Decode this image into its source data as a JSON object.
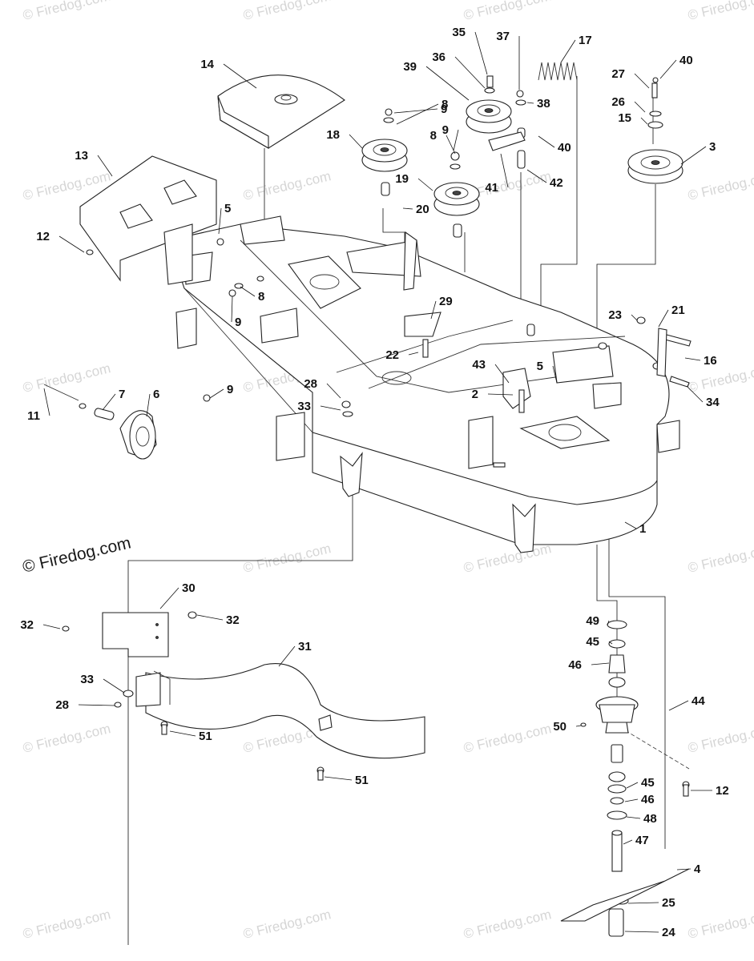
{
  "watermark": {
    "text": "© Firedog.com",
    "prominent_text": "© Firedog.com"
  },
  "callouts": [
    {
      "id": "c1",
      "label": "1"
    },
    {
      "id": "c2",
      "label": "2"
    },
    {
      "id": "c3",
      "label": "3"
    },
    {
      "id": "c4",
      "label": "4"
    },
    {
      "id": "c5a",
      "label": "5"
    },
    {
      "id": "c5b",
      "label": "5"
    },
    {
      "id": "c6",
      "label": "6"
    },
    {
      "id": "c7",
      "label": "7"
    },
    {
      "id": "c8a",
      "label": "8"
    },
    {
      "id": "c8b",
      "label": "8"
    },
    {
      "id": "c8c",
      "label": "8"
    },
    {
      "id": "c9a",
      "label": "9"
    },
    {
      "id": "c9b",
      "label": "9"
    },
    {
      "id": "c9c",
      "label": "9"
    },
    {
      "id": "c9d",
      "label": "9"
    },
    {
      "id": "c11",
      "label": "11"
    },
    {
      "id": "c12a",
      "label": "12"
    },
    {
      "id": "c12b",
      "label": "12"
    },
    {
      "id": "c13",
      "label": "13"
    },
    {
      "id": "c14",
      "label": "14"
    },
    {
      "id": "c15",
      "label": "15"
    },
    {
      "id": "c16",
      "label": "16"
    },
    {
      "id": "c17",
      "label": "17"
    },
    {
      "id": "c18",
      "label": "18"
    },
    {
      "id": "c19",
      "label": "19"
    },
    {
      "id": "c20",
      "label": "20"
    },
    {
      "id": "c21",
      "label": "21"
    },
    {
      "id": "c22",
      "label": "22"
    },
    {
      "id": "c23",
      "label": "23"
    },
    {
      "id": "c24",
      "label": "24"
    },
    {
      "id": "c25",
      "label": "25"
    },
    {
      "id": "c26",
      "label": "26"
    },
    {
      "id": "c27",
      "label": "27"
    },
    {
      "id": "c28a",
      "label": "28"
    },
    {
      "id": "c28b",
      "label": "28"
    },
    {
      "id": "c29",
      "label": "29"
    },
    {
      "id": "c30",
      "label": "30"
    },
    {
      "id": "c31",
      "label": "31"
    },
    {
      "id": "c32a",
      "label": "32"
    },
    {
      "id": "c32b",
      "label": "32"
    },
    {
      "id": "c33a",
      "label": "33"
    },
    {
      "id": "c33b",
      "label": "33"
    },
    {
      "id": "c34",
      "label": "34"
    },
    {
      "id": "c35",
      "label": "35"
    },
    {
      "id": "c36",
      "label": "36"
    },
    {
      "id": "c37",
      "label": "37"
    },
    {
      "id": "c38",
      "label": "38"
    },
    {
      "id": "c39",
      "label": "39"
    },
    {
      "id": "c40a",
      "label": "40"
    },
    {
      "id": "c40b",
      "label": "40"
    },
    {
      "id": "c41",
      "label": "41"
    },
    {
      "id": "c42",
      "label": "42"
    },
    {
      "id": "c43",
      "label": "43"
    },
    {
      "id": "c44",
      "label": "44"
    },
    {
      "id": "c45a",
      "label": "45"
    },
    {
      "id": "c45b",
      "label": "45"
    },
    {
      "id": "c46a",
      "label": "46"
    },
    {
      "id": "c46b",
      "label": "46"
    },
    {
      "id": "c47",
      "label": "47"
    },
    {
      "id": "c48",
      "label": "48"
    },
    {
      "id": "c49",
      "label": "49"
    },
    {
      "id": "c50",
      "label": "50"
    },
    {
      "id": "c51a",
      "label": "51"
    },
    {
      "id": "c51b",
      "label": "51"
    }
  ]
}
